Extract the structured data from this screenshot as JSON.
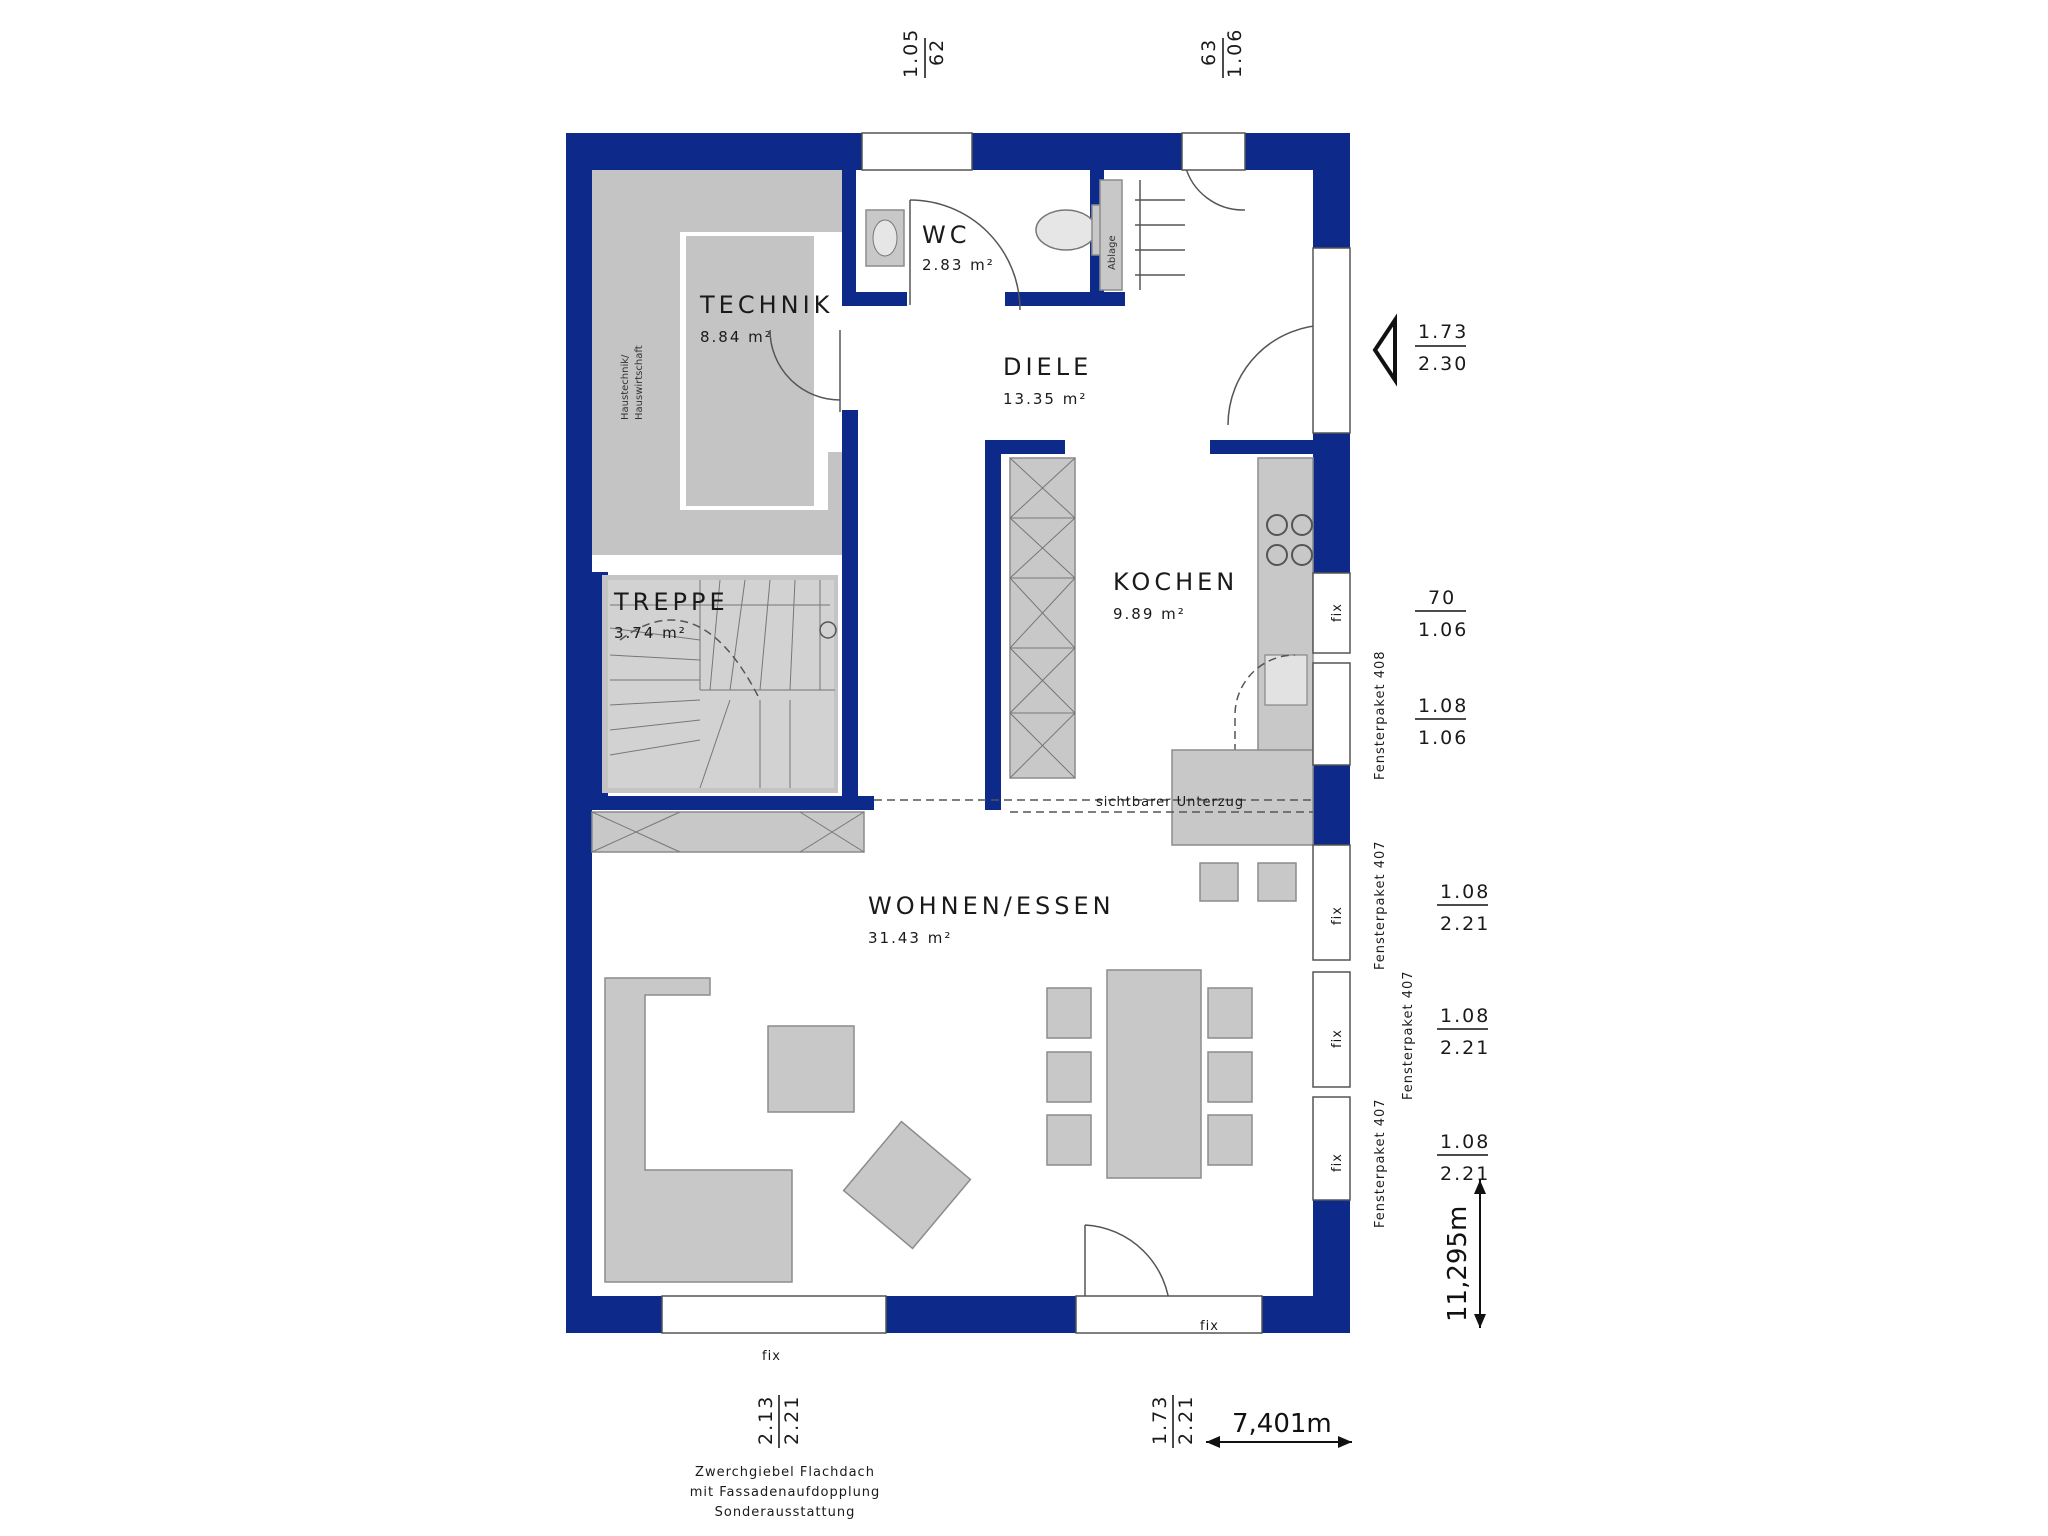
{
  "rooms": {
    "technik": {
      "name": "TECHNIK",
      "area": "8.84 m²"
    },
    "wc": {
      "name": "WC",
      "area": "2.83 m²"
    },
    "diele": {
      "name": "DIELE",
      "area": "13.35 m²"
    },
    "kochen": {
      "name": "KOCHEN",
      "area": "9.89 m²"
    },
    "treppe": {
      "name": "TREPPE",
      "area": "3.74 m²"
    },
    "wohnen": {
      "name": "WOHNEN/ESSEN",
      "area": "31.43 m²"
    }
  },
  "labels": {
    "haustechnik_1": "Haustechnik/",
    "haustechnik_2": "Hauswirtschaft",
    "ablage": "Ablage",
    "unterzug": "sichtbarer Unterzug",
    "fix": "fix",
    "fensterpaket_408": "Fensterpaket 408",
    "fensterpaket_407": "Fensterpaket 407"
  },
  "dimensions": {
    "top_left": {
      "a": "1.05",
      "b": "62"
    },
    "top_right": {
      "a": "63",
      "b": "1.06"
    },
    "door_right": {
      "a": "1.73",
      "b": "2.30"
    },
    "kitchen_win_1": {
      "a": "70",
      "b": "1.06"
    },
    "kitchen_win_2": {
      "a": "1.08",
      "b": "1.06"
    },
    "living_win_1": {
      "a": "1.08",
      "b": "2.21"
    },
    "living_win_2": {
      "a": "1.08",
      "b": "2.21"
    },
    "living_win_3": {
      "a": "1.08",
      "b": "2.21"
    },
    "bottom_left": {
      "a": "2.13",
      "b": "2.21"
    },
    "bottom_right": {
      "a": "1.73",
      "b": "2.21"
    },
    "total_depth": "11,295m",
    "total_width": "7,401m"
  },
  "note": {
    "line1": "Zwerchgiebel Flachdach",
    "line2": "mit Fassadenaufdopplung",
    "line3": "Sonderausstattung"
  },
  "colors": {
    "wall": "#0d2a8a",
    "furniture": "#c8c8c8"
  }
}
